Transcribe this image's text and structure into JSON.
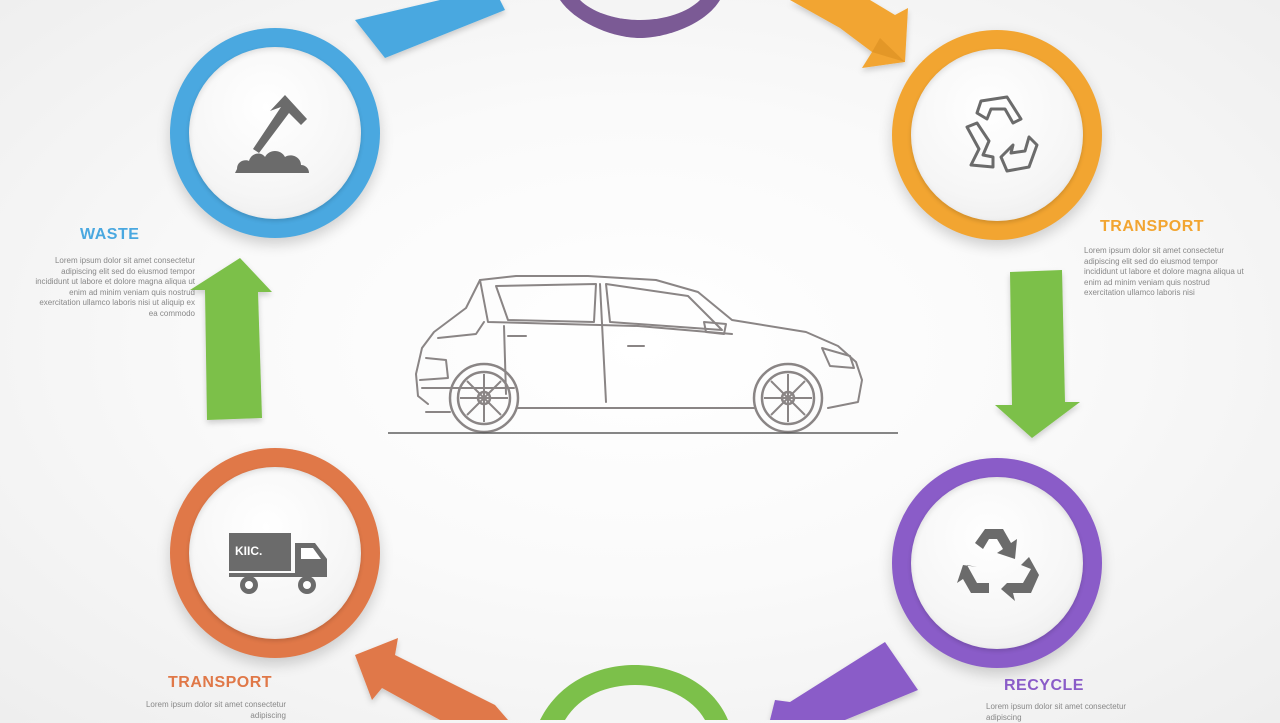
{
  "steps": [
    {
      "id": "mining",
      "label": "WASTE",
      "color": "#4aa8e0",
      "icon": "mining-pickaxe-icon",
      "text": "Lorem ipsum dolor sit amet consectetur adipiscing elit sed do eiusmod tempor incididunt ut labore et dolore magna aliqua ut enim ad minim veniam quis nostrud exercitation ullamco laboris nisi ut aliquip ex ea commodo"
    },
    {
      "id": "recycle-outline",
      "label": "TRANSPORT",
      "color": "#f2a531",
      "icon": "recycle-outline-icon",
      "text": "Lorem ipsum dolor sit amet consectetur adipiscing elit sed do eiusmod tempor incididunt ut labore et dolore magna aliqua ut enim ad minim veniam quis nostrud exercitation ullamco laboris nisi"
    },
    {
      "id": "transport",
      "label": "TRANSPORT",
      "color": "#e07848",
      "icon": "delivery-truck-icon",
      "text": "Lorem ipsum dolor sit amet consectetur adipiscing"
    },
    {
      "id": "recycle",
      "label": "RECYCLE",
      "color": "#8a5cc8",
      "icon": "recycle-icon",
      "text": "Lorem ipsum dolor sit amet consectetur adipiscing"
    }
  ],
  "truck_text": "KIIC.",
  "colors": {
    "blue": "#4aa8e0",
    "orange": "#f2a531",
    "green": "#7cc04a",
    "purple": "#8a5cc8",
    "red_orange": "#e07848",
    "icon_gray": "#6b6b6b",
    "car_stroke": "#8a8585"
  },
  "center_icon": "car-outline-icon"
}
